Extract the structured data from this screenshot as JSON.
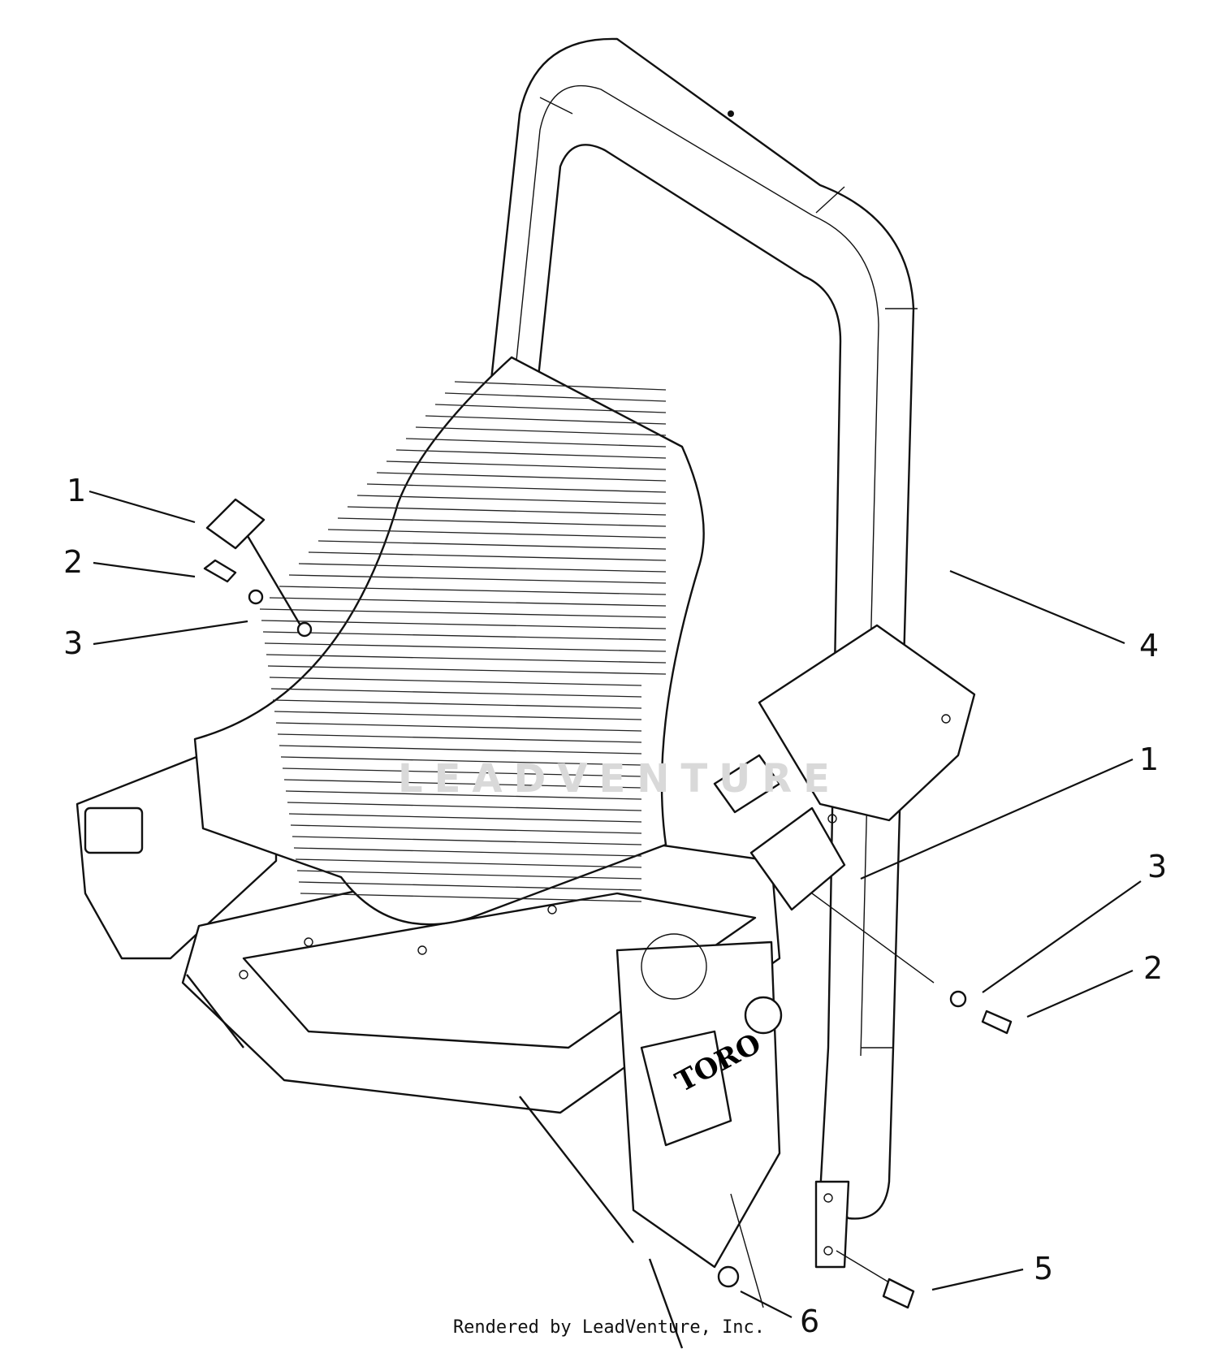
{
  "callouts": [
    {
      "label": "1"
    },
    {
      "label": "2"
    },
    {
      "label": "3"
    },
    {
      "label": "4"
    },
    {
      "label": "1"
    },
    {
      "label": "3"
    },
    {
      "label": "2"
    },
    {
      "label": "5"
    },
    {
      "label": "6"
    }
  ],
  "logo_text": "TORO",
  "watermark": "LEADVENTURE",
  "footer": "Rendered by LeadVenture, Inc."
}
